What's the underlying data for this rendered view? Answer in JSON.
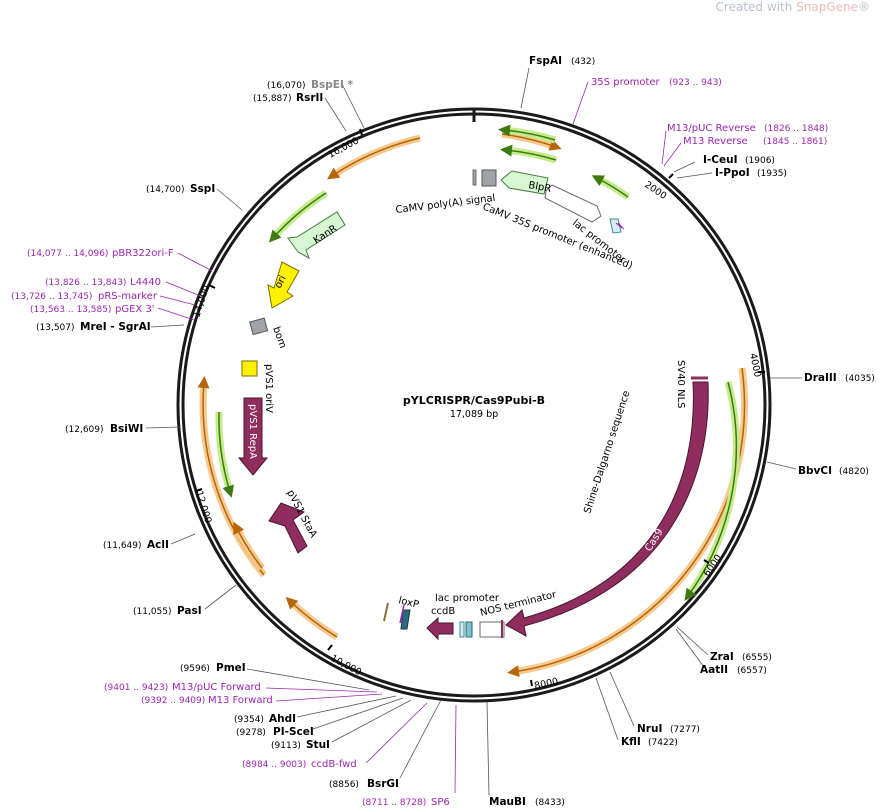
{
  "watermark": {
    "prefix": "Created with ",
    "brand": "SnapGene",
    "mark": "®"
  },
  "plasmid": {
    "name": "pYLCRISPR/Cas9Pubi-B",
    "size": "17,089 bp"
  },
  "enzymes": [
    {
      "name": "FspAI",
      "pos": "(432)"
    },
    {
      "name": "I-CeuI",
      "pos": "(1906)"
    },
    {
      "name": "I-PpoI",
      "pos": "(1935)"
    },
    {
      "name": "DraIII",
      "pos": "(4035)"
    },
    {
      "name": "BbvCI",
      "pos": "(4820)"
    },
    {
      "name": "ZraI",
      "pos": "(6555)"
    },
    {
      "name": "AatII",
      "pos": "(6557)"
    },
    {
      "name": "NruI",
      "pos": "(7277)"
    },
    {
      "name": "KflI",
      "pos": "(7422)"
    },
    {
      "name": "MauBI",
      "pos": "(8433)"
    },
    {
      "name": "BsrGI",
      "pos": "(8856)"
    },
    {
      "name": "StuI",
      "pos": "(9113)"
    },
    {
      "name": "PI-SceI",
      "pos": "(9278)"
    },
    {
      "name": "AhdI",
      "pos": "(9354)"
    },
    {
      "name": "PmeI",
      "pos": "(9596)"
    },
    {
      "name": "PasI",
      "pos": "(11,055)"
    },
    {
      "name": "AclI",
      "pos": "(11,649)"
    },
    {
      "name": "BsiWI",
      "pos": "(12,609)"
    },
    {
      "name": "MreI - SgrAI",
      "pos": "(13,507)"
    },
    {
      "name": "SspI",
      "pos": "(14,700)"
    },
    {
      "name": "RsrII",
      "pos": "(15,887)"
    },
    {
      "name": "BspEI *",
      "pos": "(16,070)"
    }
  ],
  "primers": [
    {
      "name": "35S promoter",
      "pos": "(923 .. 943)"
    },
    {
      "name": "M13/pUC Reverse",
      "pos": "(1826 .. 1848)"
    },
    {
      "name": "M13 Reverse",
      "pos": "(1845 .. 1861)"
    },
    {
      "name": "M13/pUC Forward",
      "pos": "(9401 .. 9423)"
    },
    {
      "name": "M13 Forward",
      "pos": "(9392 .. 9409)"
    },
    {
      "name": "ccdB-fwd",
      "pos": "(8984 .. 9003)"
    },
    {
      "name": "SP6",
      "pos": "(8711 .. 8728)"
    },
    {
      "name": "pBR322ori-F",
      "pos": "(14,077 .. 14,096)"
    },
    {
      "name": "L4440",
      "pos": "(13,826 .. 13,843)"
    },
    {
      "name": "pRS-marker",
      "pos": "(13,726 .. 13,745)"
    },
    {
      "name": "pGEX 3'",
      "pos": "(13,563 .. 13,585)"
    }
  ],
  "features": [
    {
      "name": "BlpR"
    },
    {
      "name": "CaMV poly(A) signal"
    },
    {
      "name": "CaMV 35S promoter (enhanced)"
    },
    {
      "name": "lac promoter"
    },
    {
      "name": "KanR"
    },
    {
      "name": "ori"
    },
    {
      "name": "bom"
    },
    {
      "name": "pVS1 oriV"
    },
    {
      "name": "pVS1 RepA"
    },
    {
      "name": "pVS1 StaA"
    },
    {
      "name": "SV40 NLS"
    },
    {
      "name": "Shine-Dalgarno sequence"
    },
    {
      "name": "Cas9"
    },
    {
      "name": "NOS terminator"
    },
    {
      "name": "lac promoter"
    },
    {
      "name": "ccdB"
    },
    {
      "name": "loxP"
    }
  ],
  "ticks": [
    "2000",
    "4000",
    "6000",
    "8000",
    "10,000",
    "12,000",
    "14,000",
    "16,000"
  ],
  "colors": {
    "backbone": "#1a1a1a",
    "feature_dark": "#8e2d5e",
    "feature_yellow": "#ffef00",
    "feature_light": "#d6f7d2",
    "primer": "#9b27b0",
    "orf_glow_orange": "#f7c98c",
    "orf_glow_green": "#c4ec8a",
    "orf_stroke_orange": "#b5650a",
    "orf_stroke_green": "#3d7a12"
  }
}
